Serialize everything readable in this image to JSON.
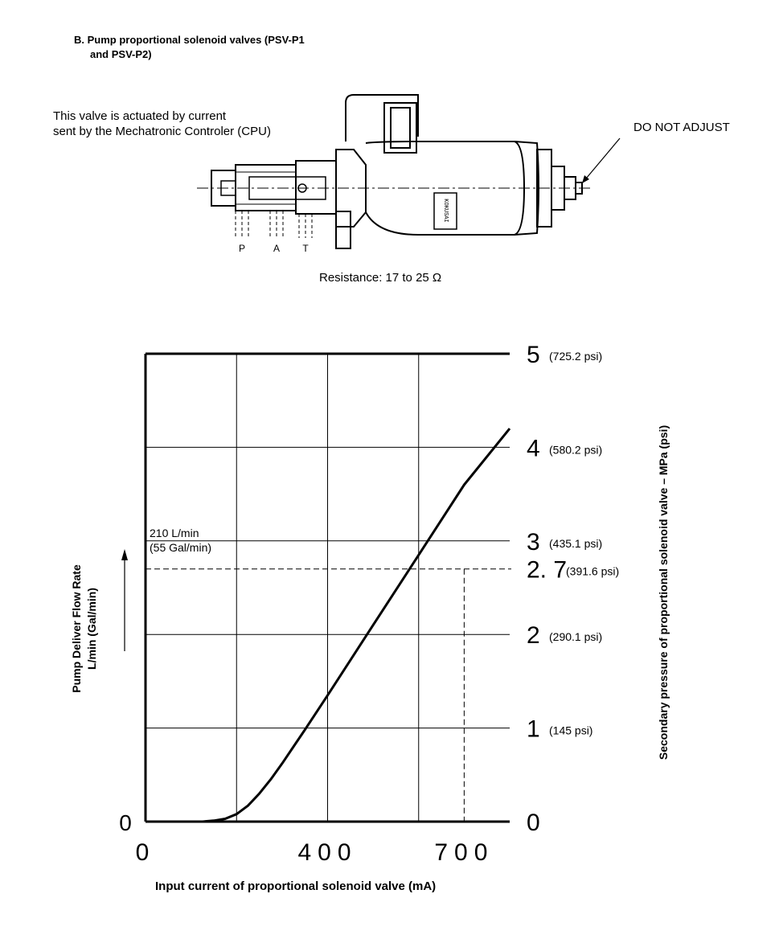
{
  "heading": {
    "line1": "B.  Pump proportional solenoid valves (PSV-P1",
    "line2": "and PSV-P2)"
  },
  "valve": {
    "intro_line1": "This valve is actuated by current",
    "intro_line2": "sent by the Mechatronic Controler (CPU)",
    "do_not_adjust": "DO NOT ADJUST",
    "port_p": "P",
    "port_a": "A",
    "port_t": "T",
    "label_plate": "KOKUSAI",
    "resistance": "Resistance: 17 to 25  Ω"
  },
  "chart_data": {
    "type": "line",
    "xlabel": "Input current of proportional solenoid valve (mA)",
    "ylabel_left_line1": "Pump Deliver Flow Rate",
    "ylabel_left_line2": "L/min (Gal/min)",
    "ylabel_right": "Secondary pressure of proportional solenoid valve – MPa (psi)",
    "x_ticks": [
      {
        "label": "0",
        "value": 0
      },
      {
        "label": "400",
        "value": 400
      },
      {
        "label": "700",
        "value": 700
      }
    ],
    "y_ticks_right": [
      {
        "label": "0",
        "value": 0,
        "psi": ""
      },
      {
        "label": "1",
        "value": 1,
        "psi": "(145 psi)"
      },
      {
        "label": "2",
        "value": 2,
        "psi": "(290.1 psi)"
      },
      {
        "label": "2. 7",
        "value": 2.7,
        "psi": "(391.6 psi)"
      },
      {
        "label": "3",
        "value": 3,
        "psi": "(435.1 psi)"
      },
      {
        "label": "4",
        "value": 4,
        "psi": "(580.2 psi)"
      },
      {
        "label": "5",
        "value": 5,
        "psi": "(725.2 psi)"
      }
    ],
    "y_tick_left": "0",
    "annotation_line1": "210 L/min",
    "annotation_line2": "(55 Gal/min)",
    "xlim": [
      0,
      800
    ],
    "ylim": [
      0,
      5
    ],
    "grid": true,
    "series": [
      {
        "x": [
          125,
          150,
          175,
          200,
          225,
          250,
          275,
          300,
          325,
          350,
          400,
          500,
          600,
          700,
          800
        ],
        "y": [
          0,
          0.01,
          0.03,
          0.08,
          0.17,
          0.3,
          0.45,
          0.62,
          0.8,
          0.98,
          1.35,
          2.1,
          2.85,
          3.6,
          4.2
        ]
      }
    ],
    "marker": {
      "x": 700,
      "y": 2.7
    }
  }
}
